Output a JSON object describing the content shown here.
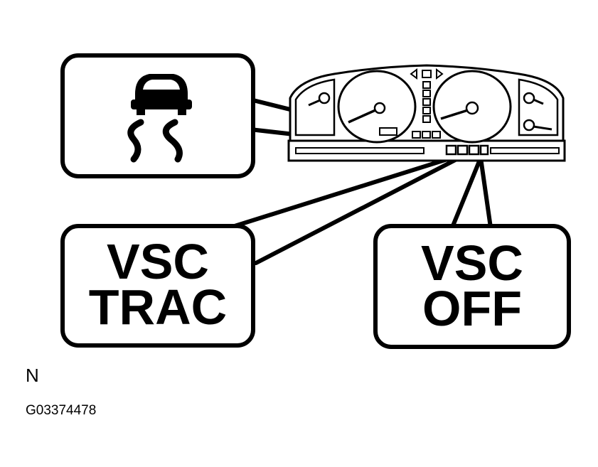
{
  "callouts": {
    "vsc_trac": {
      "line1": "VSC",
      "line2": "TRAC"
    },
    "vsc_off": {
      "line1": "VSC",
      "line2": "OFF"
    }
  },
  "footer": {
    "letter": "N",
    "code": "G03374478"
  },
  "icons": {
    "slip_indicator": "skidding-car-icon",
    "instrument_cluster": "instrument-cluster-icon"
  },
  "colors": {
    "ink": "#000000",
    "paper": "#ffffff"
  }
}
